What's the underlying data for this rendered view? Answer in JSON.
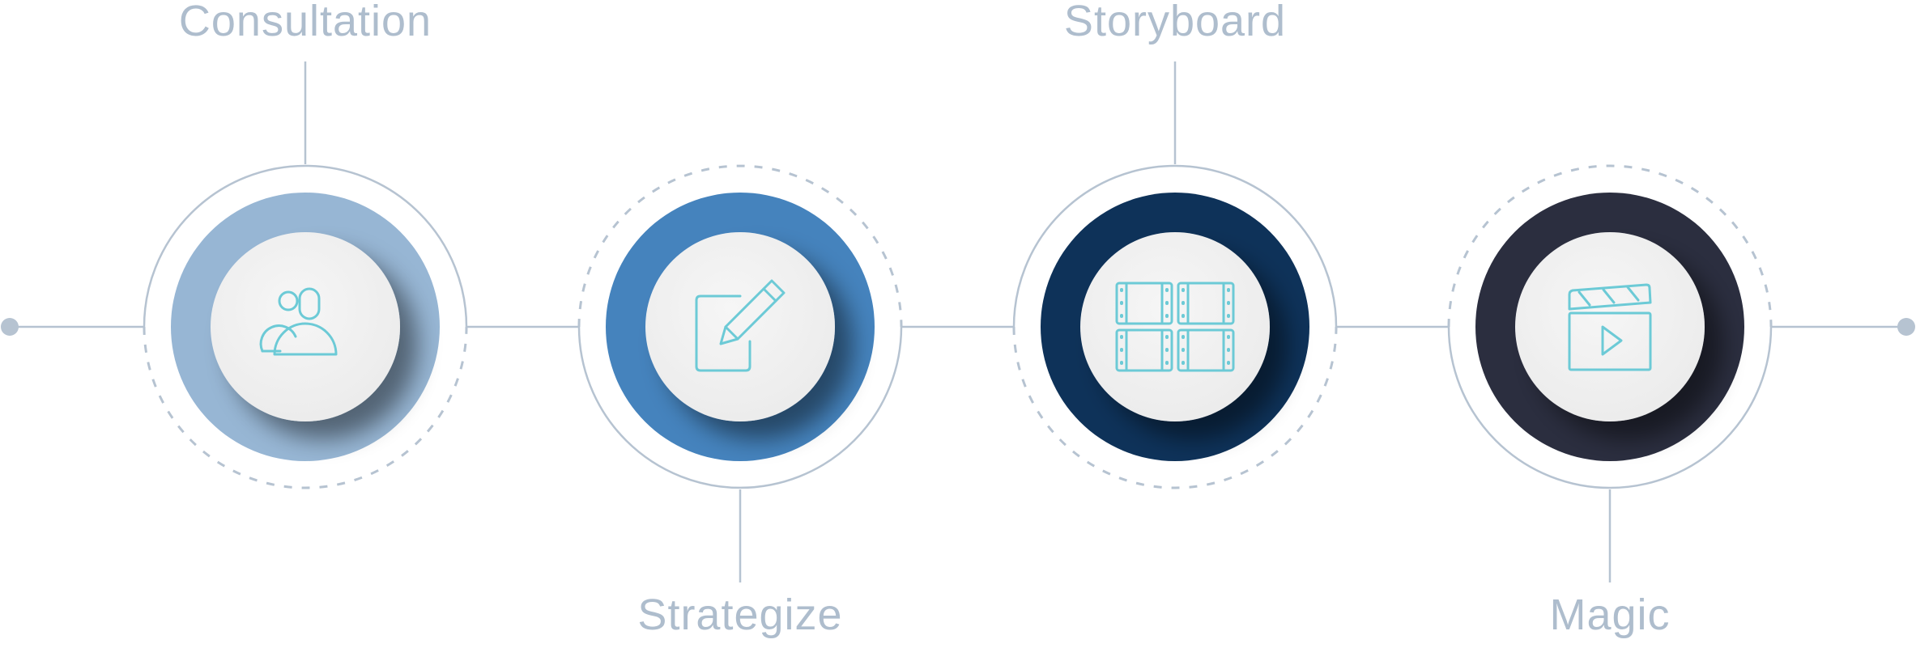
{
  "colors": {
    "line": "#b6c3d1",
    "label": "#aebdcd",
    "icon": "#6ccad6",
    "inner": "#f2f2f2"
  },
  "steps": [
    {
      "label": "Consultation",
      "icon": "people-icon",
      "color": "#97b6d4",
      "label_position": "top",
      "ring_style": "solid-top-dashed-bottom"
    },
    {
      "label": "Strategize",
      "icon": "pencil-note-icon",
      "color": "#4583bd",
      "label_position": "bottom",
      "ring_style": "dashed-top-solid-bottom"
    },
    {
      "label": "Storyboard",
      "icon": "film-frames-icon",
      "color": "#0e3259",
      "label_position": "top",
      "ring_style": "solid-top-dashed-bottom"
    },
    {
      "label": "Magic",
      "icon": "clapperboard-icon",
      "color": "#2b2e3f",
      "label_position": "bottom",
      "ring_style": "dashed-top-solid-bottom"
    }
  ]
}
